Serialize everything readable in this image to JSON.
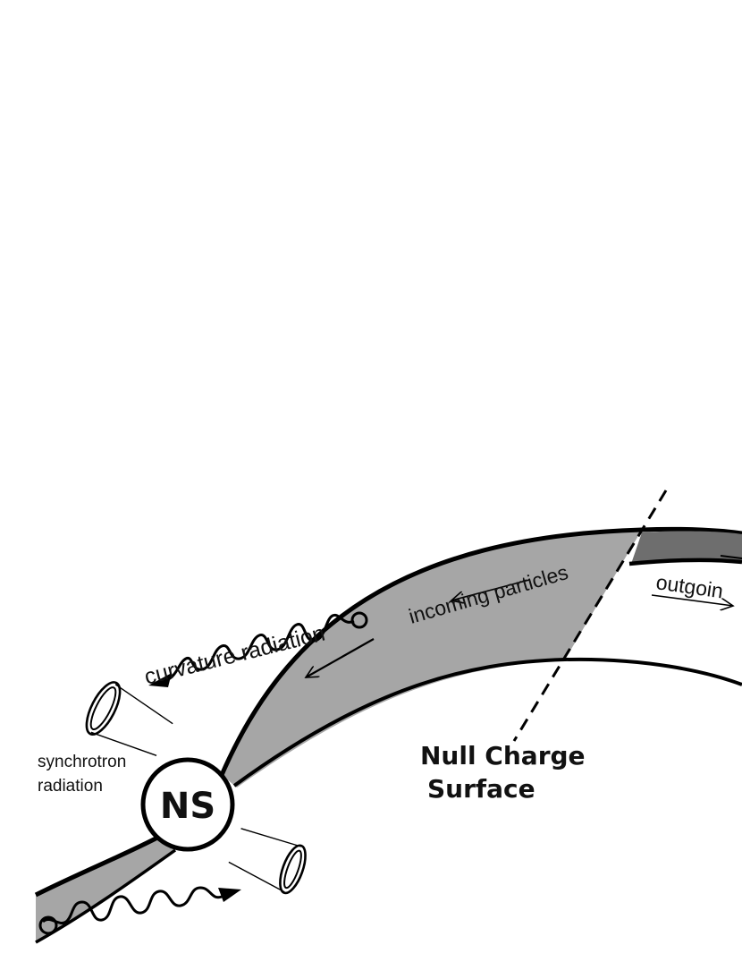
{
  "diagram": {
    "labels": {
      "curvature": "curvature radiation",
      "incoming": "incoming particles",
      "outgoing": "outgoin",
      "synchrotron_line1": "synchrotron",
      "synchrotron_line2": "radiation",
      "ns": "NS",
      "null_line1": "Null Charge",
      "null_line2": "Surface"
    },
    "colors": {
      "gap_fill": "#a6a6a6",
      "outer_band": "#6e6e6e",
      "stroke": "#000000",
      "background": "#ffffff"
    }
  }
}
